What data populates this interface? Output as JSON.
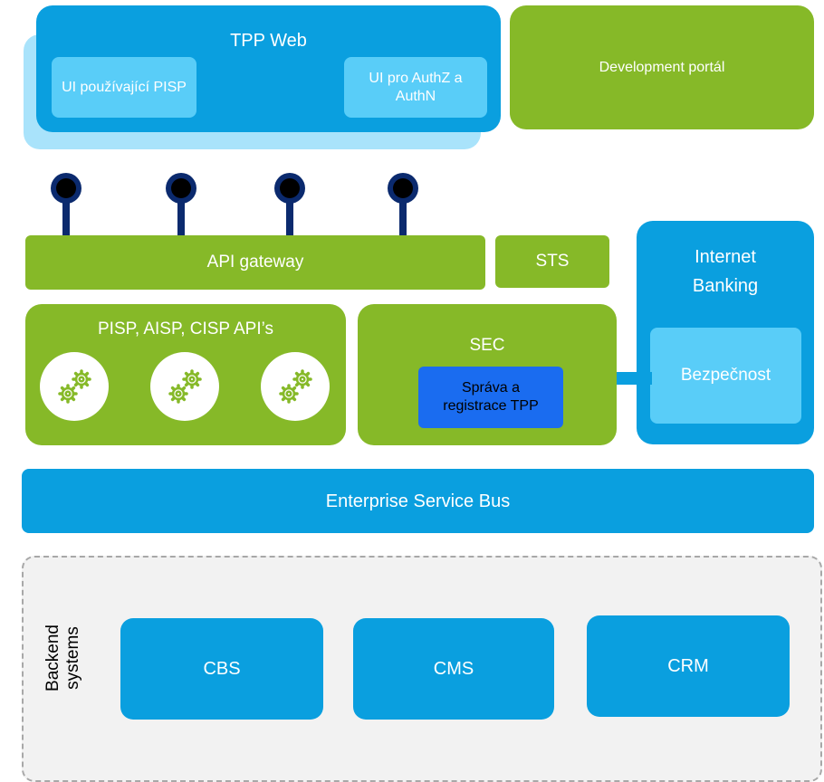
{
  "tpp_web": {
    "title": "TPP Web",
    "ui_pisp": "UI používající PISP",
    "ui_auth": "UI pro AuthZ a AuthN"
  },
  "dev_portal": {
    "label": "Development portál"
  },
  "api_gateway": {
    "label": "API gateway"
  },
  "sts": {
    "label": "STS"
  },
  "internet_banking": {
    "title": "Internet Banking",
    "security": "Bezpečnost"
  },
  "apis": {
    "label": "PISP, AISP, CISP API’s"
  },
  "sec": {
    "title": "SEC",
    "sub": "Správa a registrace TPP"
  },
  "esb": {
    "label": "Enterprise Service Bus"
  },
  "backend": {
    "label": "Backend systems",
    "systems": [
      "CBS",
      "CMS",
      "CRM"
    ]
  },
  "icons": {
    "gears": "gears-icon",
    "pin": "api-pin-icon"
  },
  "colors": {
    "blue": "#0a9fdf",
    "green": "#86b928",
    "light_blue": "#59cdf8",
    "dark_blue_box": "#1a6cf0",
    "navy_pin": "#0b2a6e",
    "dashed_border": "#a8a8a8",
    "backend_bg": "#f2f2f2"
  }
}
